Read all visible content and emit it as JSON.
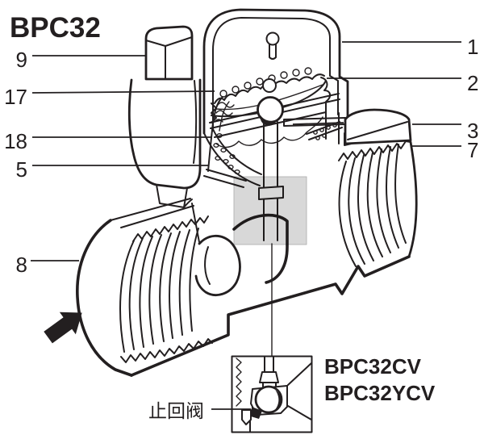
{
  "title": "BPC32",
  "drawing_subject": "thermostatic steam trap cutaway",
  "callouts": {
    "c1": "1",
    "c2": "2",
    "c3": "3",
    "c5": "5",
    "c7": "7",
    "c8": "8",
    "c9": "9",
    "c17": "17",
    "c18": "18"
  },
  "variants": {
    "cv": "BPC32CV",
    "ycv": "BPC32YCV"
  },
  "inset_label": "止回阀",
  "icons": {
    "flow_arrow": "flow-direction-arrow"
  },
  "colors": {
    "line": "#231f20",
    "highlight": "#d8d8d8",
    "background": "#ffffff"
  }
}
